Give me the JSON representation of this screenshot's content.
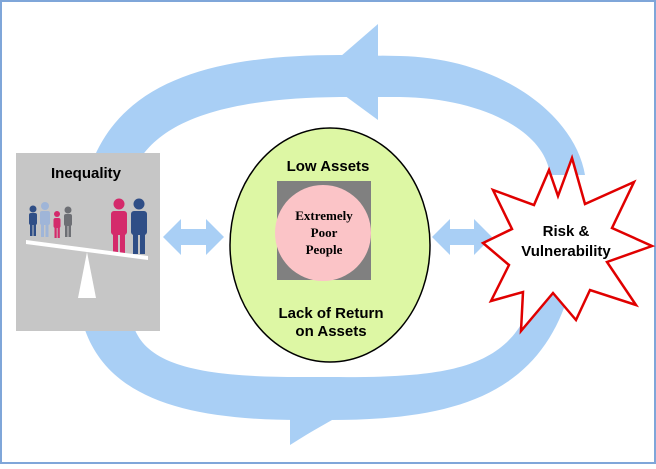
{
  "inequality": {
    "label": "Inequality"
  },
  "center": {
    "top_label": "Low Assets",
    "inner_lines": [
      "Extremely",
      "Poor",
      "People"
    ],
    "bottom_lines": [
      "Lack of Return",
      "on Assets"
    ]
  },
  "risk": {
    "lines": [
      "Risk &",
      "Vulnerability"
    ]
  },
  "colors": {
    "frame": "#7fa6d9",
    "cycle_arrow": "#a9cff5",
    "side_panel": "#c6c6c6",
    "center_ellipse": "#ddf7a4",
    "center_square": "#808080",
    "inner_circle": "#fbc4c7",
    "star_stroke": "#e00000",
    "person_blue": "#2f4e86",
    "person_grey": "#6d6f74",
    "person_pink": "#d42a6b",
    "person_blue_light": "#9fb5d8",
    "beam": "#ffffff"
  }
}
